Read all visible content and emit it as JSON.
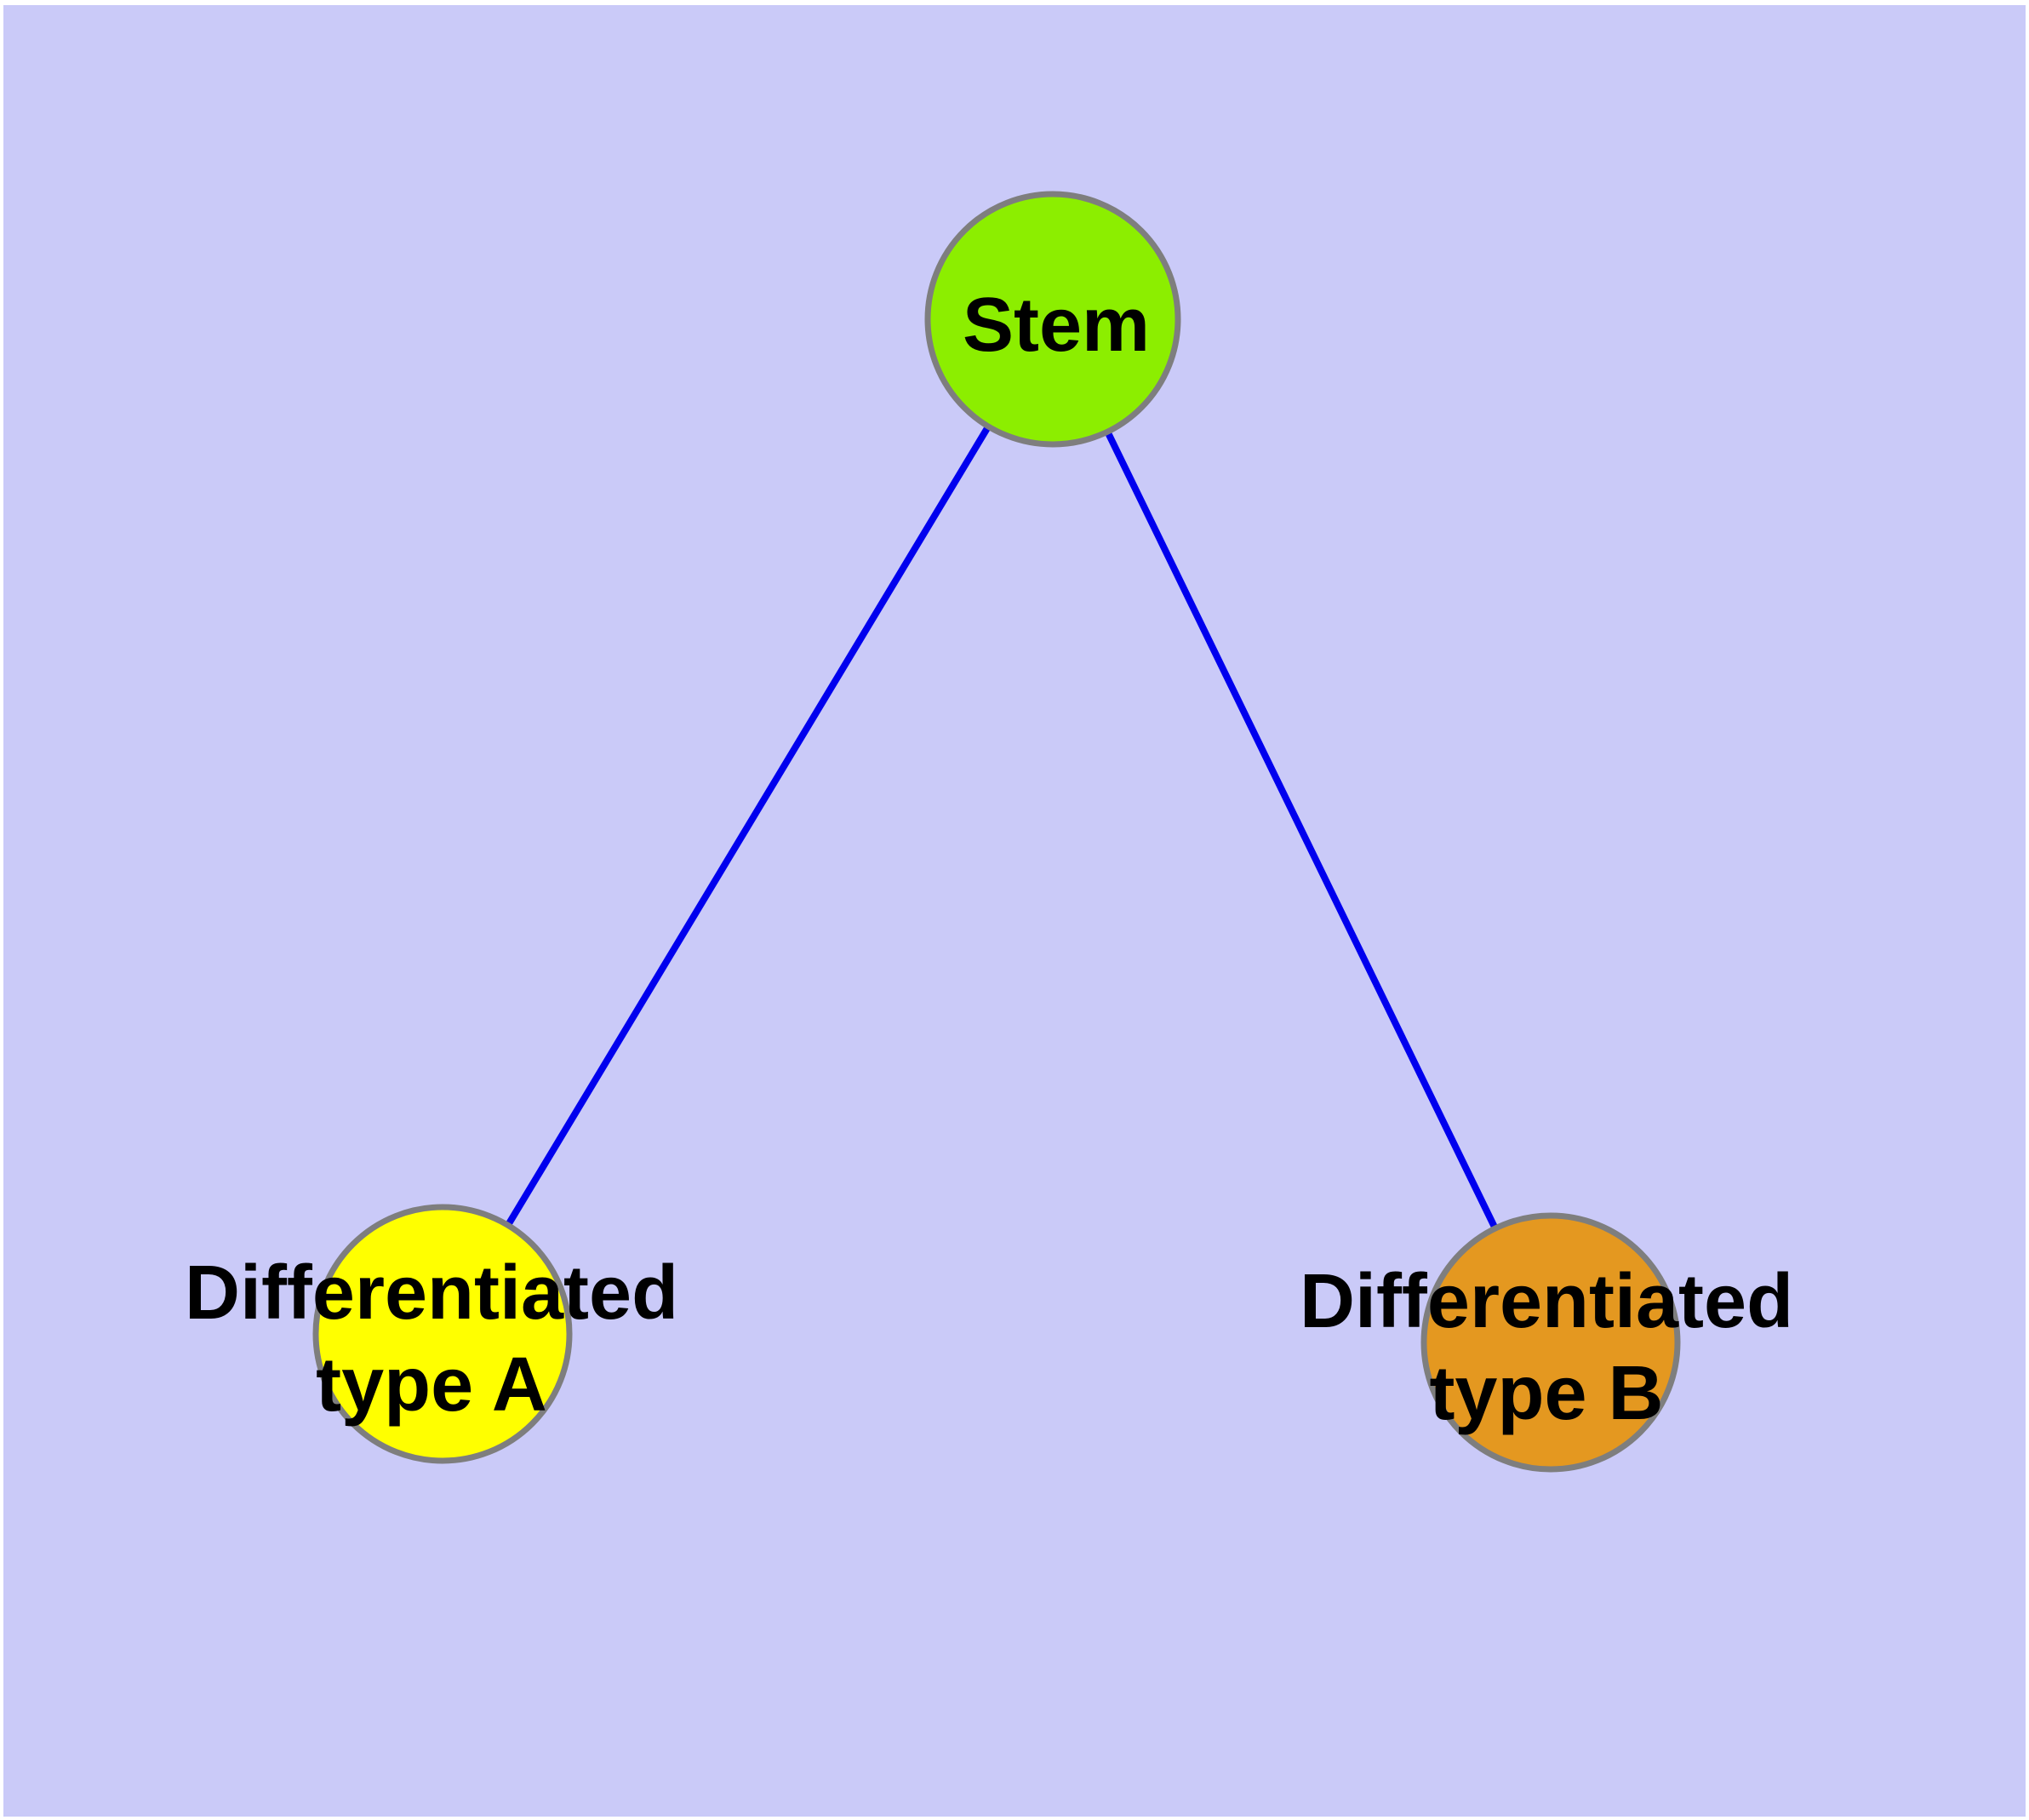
{
  "canvas": {
    "background_color": "#CACAF8",
    "margin_color": "#FFFFFF"
  },
  "graph": {
    "edge_color": "#0000EE",
    "node_border_color": "#7E7E7E",
    "label_color": "#000000",
    "nodes": [
      {
        "id": "stem",
        "label": "Stem",
        "fill": "#8CEE00"
      },
      {
        "id": "differentiated-type-a",
        "label": "Differentiated\ntype A",
        "fill": "#FFFF00"
      },
      {
        "id": "differentiated-type-b",
        "label": "Differentiated\ntype B",
        "fill": "#E49820"
      }
    ],
    "edges": [
      {
        "from": "Stem",
        "to": "Differentiated type A"
      },
      {
        "from": "Stem",
        "to": "Differentiated type B"
      }
    ]
  }
}
